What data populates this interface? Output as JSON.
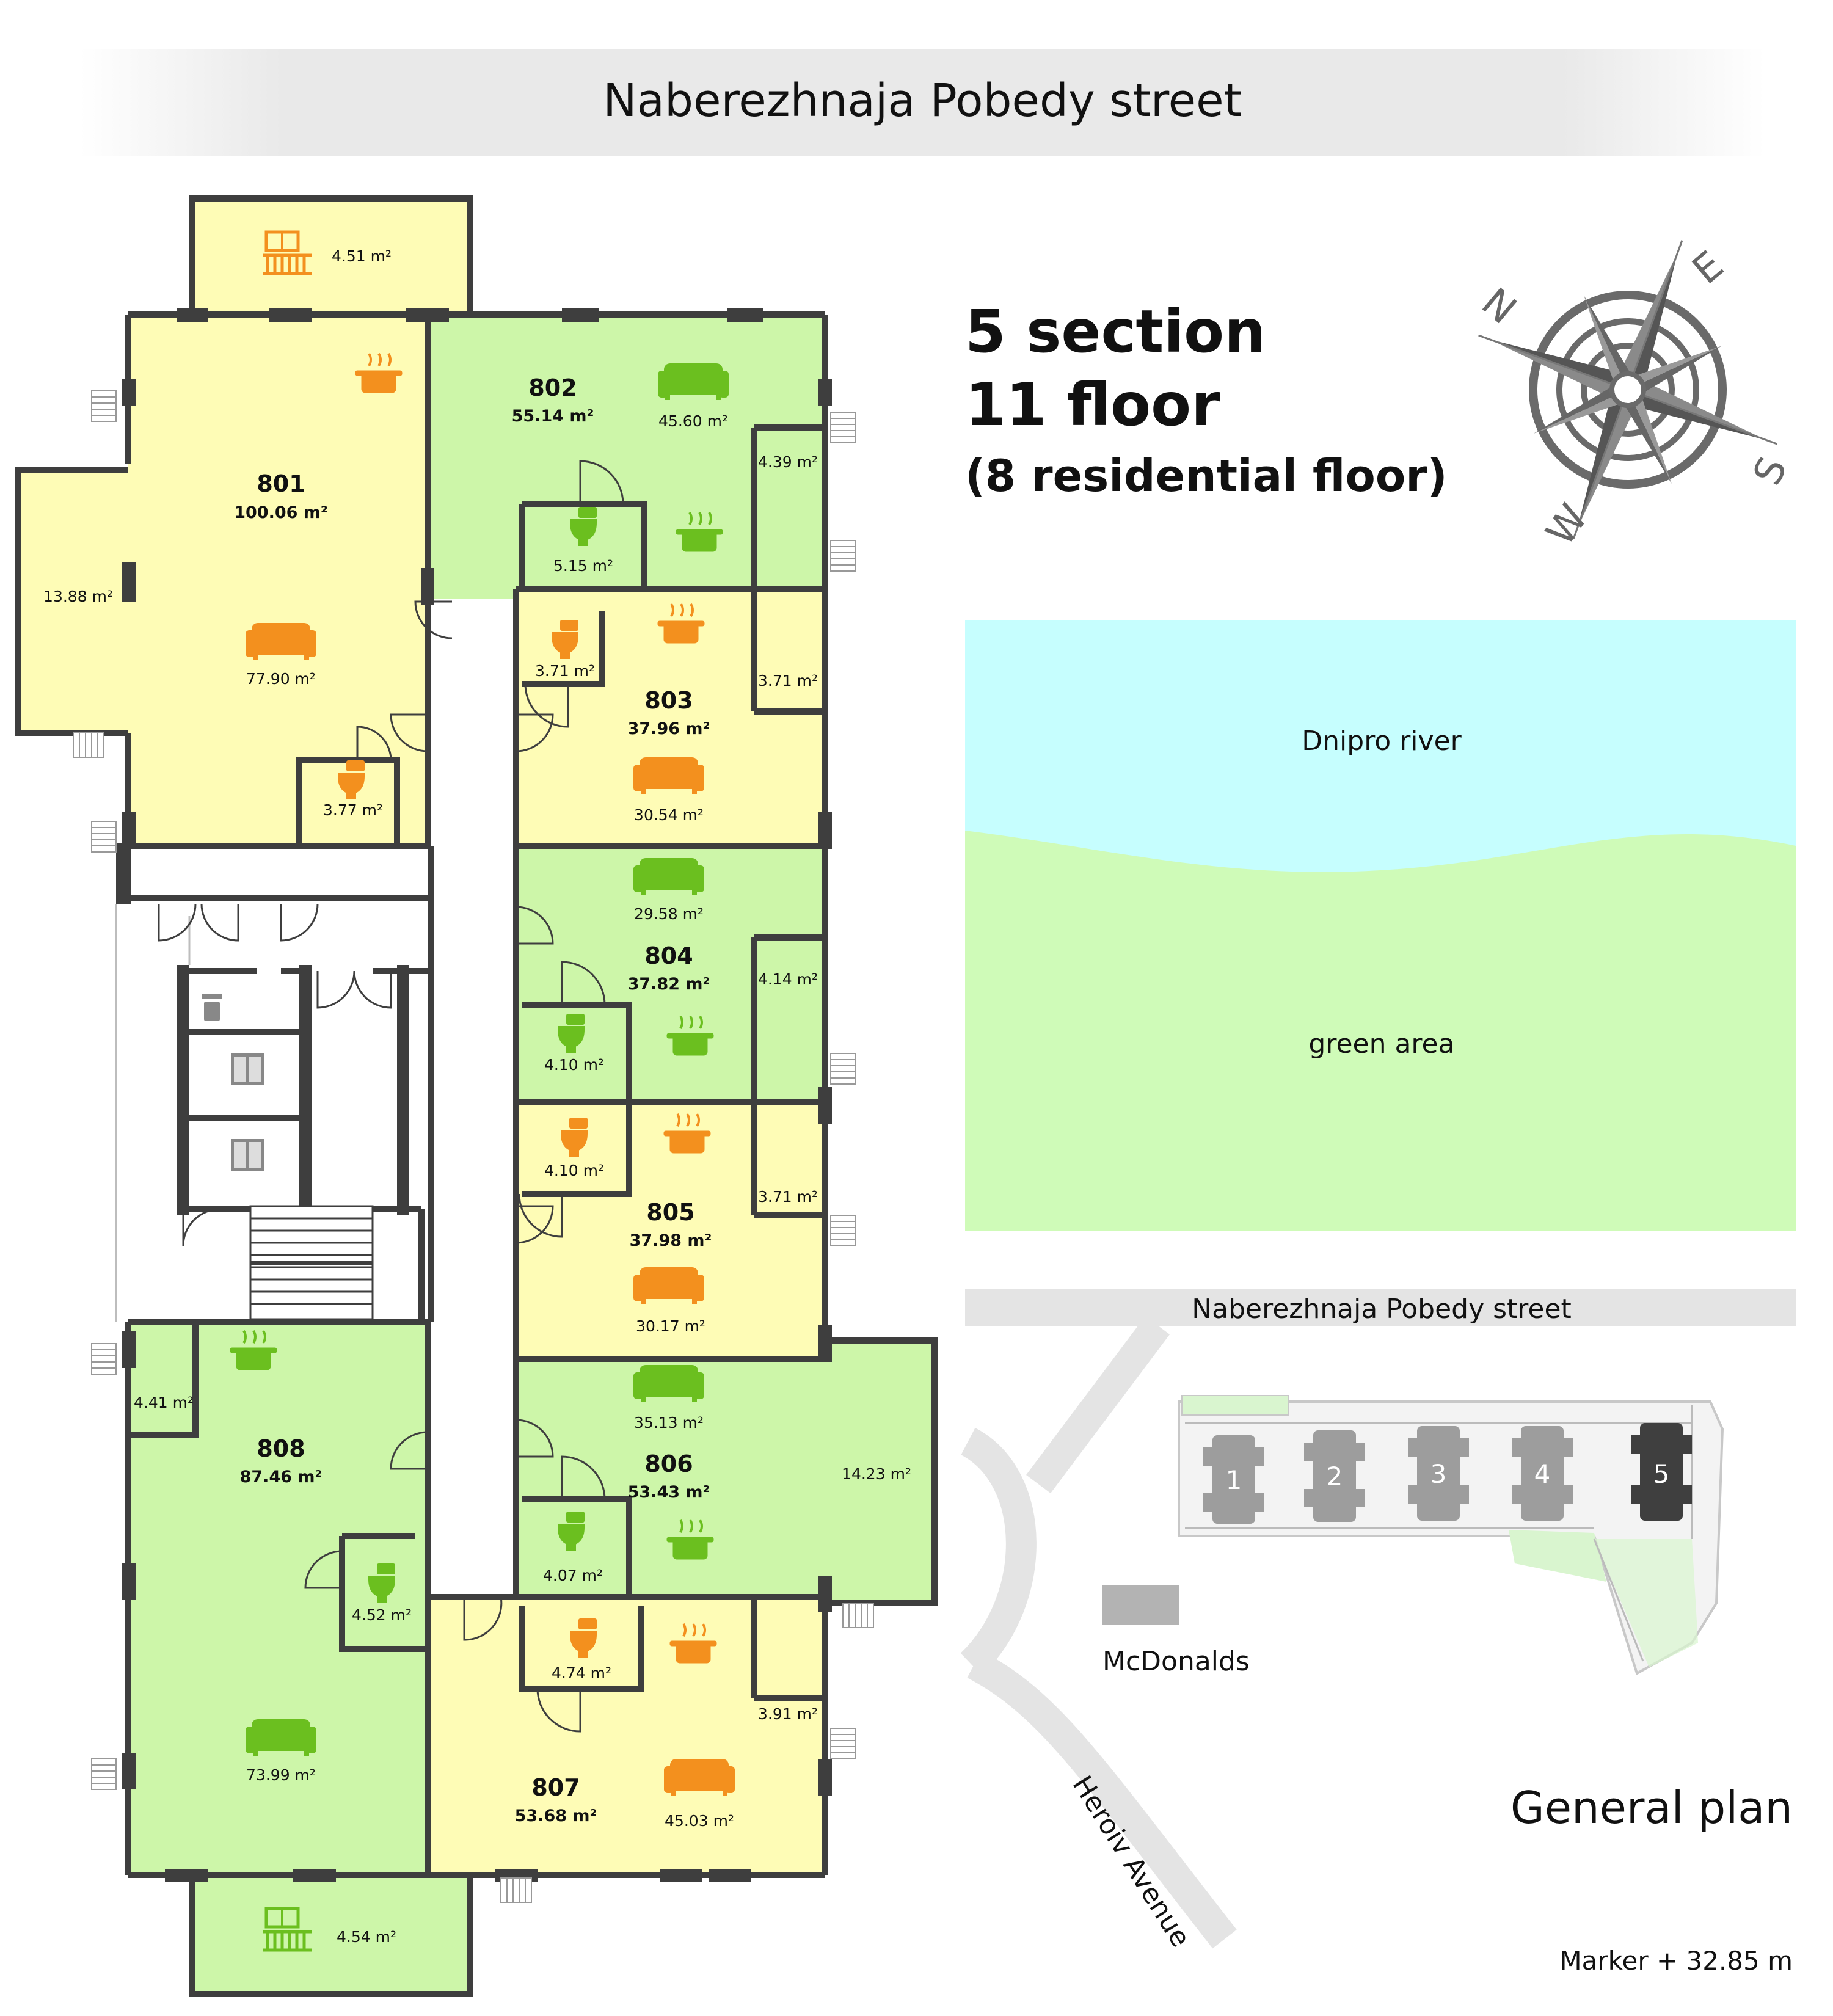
{
  "header": {
    "street_top": "Naberezhnaja Pobedy street"
  },
  "section": {
    "line1": "5 section",
    "line2": "11 floor",
    "line3": "(8 residential floor)"
  },
  "compass": {
    "n": "N",
    "e": "E",
    "s": "S",
    "w": "W"
  },
  "site": {
    "river": "Dnipro river",
    "green": "green area",
    "street": "Naberezhnaja Pobedy street",
    "avenue": "Heroiv Avenue",
    "mcdonalds": "McDonalds",
    "plan_title": "General plan",
    "marker": "Marker + 32.85 m",
    "buildings": [
      "1",
      "2",
      "3",
      "4",
      "5"
    ]
  },
  "colors": {
    "yellow": "#fefcb6",
    "green": "#cdf6a9",
    "wall": "#3e3e3e",
    "orange": "#f3901e",
    "lime": "#6bbf1f",
    "river": "#c6fefe",
    "greenarea": "#cffbb8",
    "road": "#e4e4e4"
  },
  "apartments": {
    "a801": {
      "number": "801",
      "area": "100.06 m²",
      "rooms": [
        "13.88 m²",
        "77.90 m²",
        "3.77 m²"
      ],
      "balcony": "4.51 m²"
    },
    "a802": {
      "number": "802",
      "area": "55.14 m²",
      "rooms": [
        "45.60 m²",
        "4.39 m²",
        "5.15 m²"
      ]
    },
    "a803": {
      "number": "803",
      "area": "37.96 m²",
      "rooms": [
        "3.71 m²",
        "3.71 m²",
        "30.54 m²"
      ]
    },
    "a804": {
      "number": "804",
      "area": "37.82 m²",
      "rooms": [
        "29.58 m²",
        "4.14 m²",
        "4.10 m²"
      ]
    },
    "a805": {
      "number": "805",
      "area": "37.98 m²",
      "rooms": [
        "4.10 m²",
        "3.71 m²",
        "30.17 m²"
      ]
    },
    "a806": {
      "number": "806",
      "area": "53.43 m²",
      "rooms": [
        "35.13 m²",
        "14.23 m²",
        "4.07 m²"
      ]
    },
    "a807": {
      "number": "807",
      "area": "53.68 m²",
      "rooms": [
        "4.74 m²",
        "3.91 m²",
        "45.03 m²"
      ]
    },
    "a808": {
      "number": "808",
      "area": "87.46 m²",
      "rooms": [
        "4.41 m²",
        "4.52 m²",
        "73.99 m²"
      ],
      "balcony": "4.54 m²"
    }
  }
}
